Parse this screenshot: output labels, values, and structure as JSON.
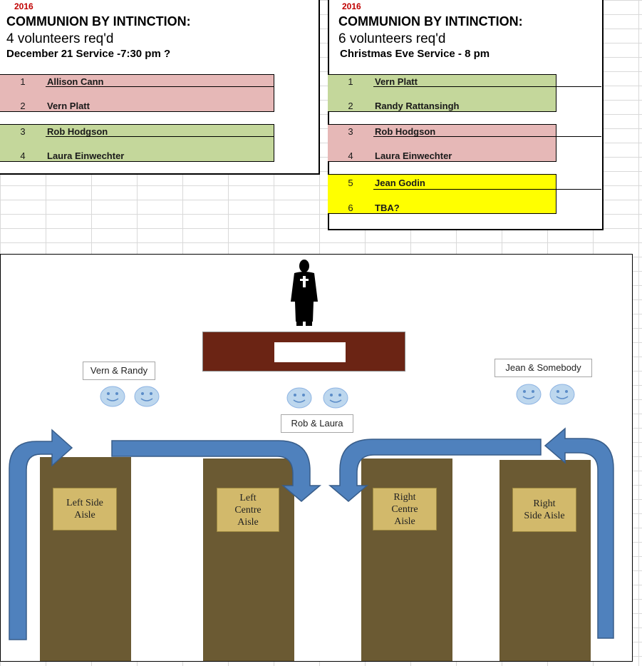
{
  "left_schedule": {
    "year": "2016",
    "title": "COMMUNION BY INTINCTION:",
    "volunteers": "4 volunteers req'd",
    "service": "December 21 Service -7:30 pm ?",
    "rows": [
      {
        "num": "1",
        "name": "Allison Cann"
      },
      {
        "num": "2",
        "name": "Vern Platt"
      },
      {
        "num": "3",
        "name": "Rob Hodgson"
      },
      {
        "num": "4",
        "name": "Laura Einwechter"
      }
    ]
  },
  "right_schedule": {
    "year": "2016",
    "title": "COMMUNION BY INTINCTION:",
    "volunteers": "6 volunteers req'd",
    "service": "Christmas Eve Service - 8 pm",
    "rows": [
      {
        "num": "1",
        "name": "Vern Platt"
      },
      {
        "num": "2",
        "name": "Randy Rattansingh"
      },
      {
        "num": "3",
        "name": "Rob Hodgson"
      },
      {
        "num": "4",
        "name": "Laura Einwechter"
      },
      {
        "num": "5",
        "name": "Jean Godin"
      },
      {
        "num": "6",
        "name": "TBA?"
      }
    ]
  },
  "diagram": {
    "pair_labels": {
      "left": "Vern & Randy",
      "centre": "Rob & Laura",
      "right": "Jean & Somebody"
    },
    "aisles": [
      {
        "line1": "Left Side",
        "line2": "Aisle",
        "line3": ""
      },
      {
        "line1": "Left",
        "line2": "Centre",
        "line3": "Aisle"
      },
      {
        "line1": "Right",
        "line2": "Centre",
        "line3": "Aisle"
      },
      {
        "line1": "Right",
        "line2": "Side Aisle",
        "line3": ""
      }
    ],
    "colors": {
      "altar": "#6b2414",
      "aisle": "#6b5a33",
      "plaque": "#d2b96b",
      "arrow": "#4f81bd",
      "smiley": "#bdd7ee"
    }
  }
}
